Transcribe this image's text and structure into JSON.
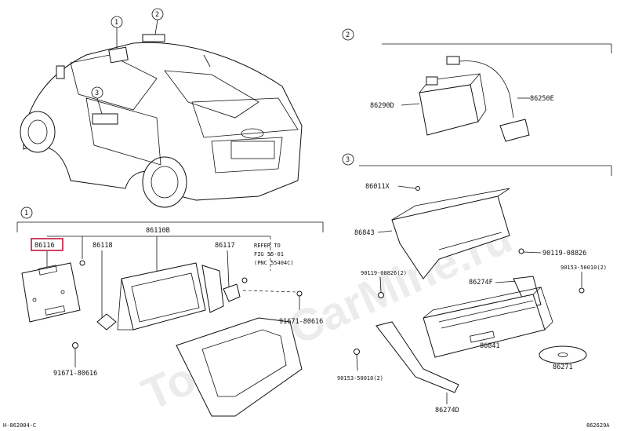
{
  "callouts": {
    "c1": "1",
    "c2": "2",
    "c3": "3"
  },
  "parts": {
    "p86116": "86116",
    "p86118": "86118",
    "p86110B": "86110B",
    "p86117": "86117",
    "p91671_80616_left": "91671-80616",
    "p91671_80616_right": "91671-80616",
    "p86290D": "86290D",
    "p86250E": "86250E",
    "p86011X": "86011X",
    "p86843": "86843",
    "p90119_08826_top": "90119-08826",
    "p90119_08826_left": "90119-08826(2)",
    "p86274F": "86274F",
    "p90153_50010_top": "90153-50010(2)",
    "p90153_50010_bottom": "90153-50010(2)",
    "p86841": "86841",
    "p86271": "86271",
    "p86274D": "86274D"
  },
  "refer_note": {
    "line1": "REFER TO",
    "line2": "FIG 55-01",
    "line3": "(PNC 55404C)"
  },
  "footer": {
    "code_left": "H-862004-C",
    "code_right": "862629A"
  },
  "watermark": "Toyota-CarMine.ru",
  "colors": {
    "highlight": "#c0143c",
    "line": "#111111"
  }
}
